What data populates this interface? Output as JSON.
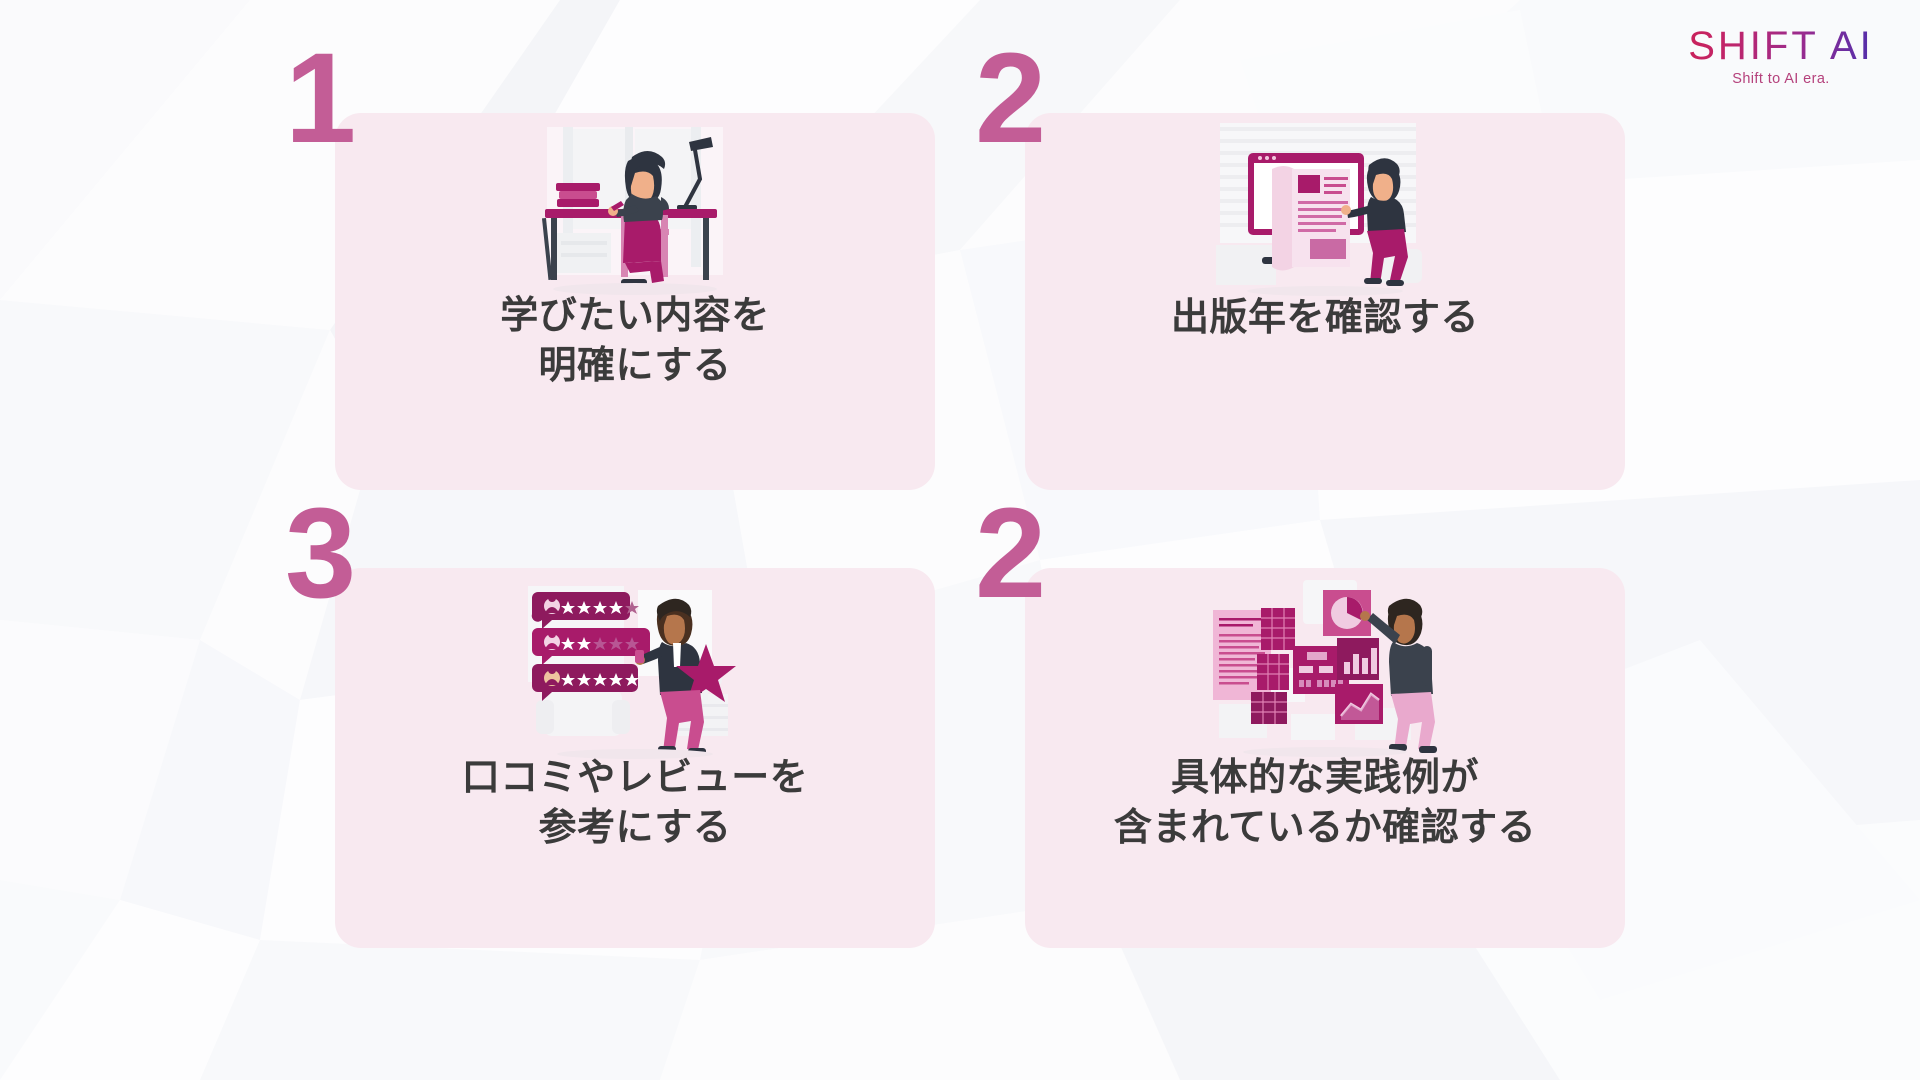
{
  "brand": {
    "logo_text": "SHIFT AI",
    "tagline": "Shift to AI era.",
    "gradient_start": "#cf1f52",
    "gradient_end": "#3f2fae",
    "tagline_color": "#b5417c"
  },
  "theme": {
    "card_bg": "#f8e9f0",
    "number_color": "#c35d96",
    "caption_color": "#3b3b3b",
    "illustration_primary": "#a81b6a",
    "illustration_secondary": "#d06aa6",
    "page_bg": "#ffffff"
  },
  "cards": [
    {
      "number": "1",
      "caption_line1": "学びたい内容を",
      "caption_line2": "明確にする",
      "illustration": "person-studying-at-desk-icon"
    },
    {
      "number": "2",
      "caption_line1": "出版年を確認する",
      "caption_line2": "",
      "illustration": "person-reviewing-document-on-monitor-icon"
    },
    {
      "number": "3",
      "caption_line1": "口コミやレビューを",
      "caption_line2": "参考にする",
      "illustration": "person-with-review-ratings-icon"
    },
    {
      "number": "2",
      "caption_line1": "具体的な実践例が",
      "caption_line2": "含まれているか確認する",
      "illustration": "person-with-data-charts-icon"
    }
  ]
}
